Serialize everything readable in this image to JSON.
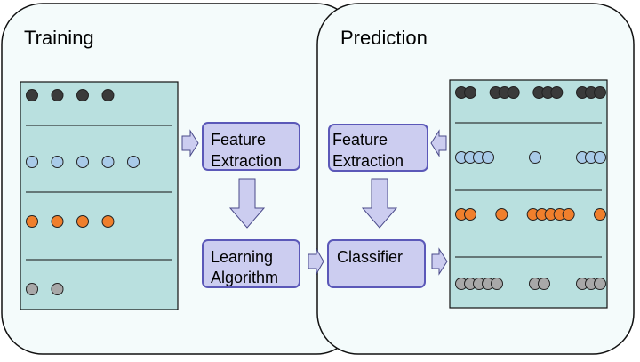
{
  "panels": {
    "training": {
      "title": "Training"
    },
    "prediction": {
      "title": "Prediction"
    }
  },
  "boxes": {
    "train_feature": {
      "line1": "Feature",
      "line2": "Extraction"
    },
    "learning": {
      "line1": "Learning",
      "line2": "Algorithm"
    },
    "pred_feature": {
      "line1": "Feature",
      "line2": "Extraction"
    },
    "classifier": {
      "label": "Classifier"
    }
  },
  "colors": {
    "panel_fill": "#f4fbfb",
    "data_fill": "#b9e0df",
    "box_fill": "#cccdf0",
    "box_stroke": "#5b58b8",
    "arrow_fill": "#cccdf0",
    "class_black": "#3a3a3a",
    "class_blue": "#a9cbe9",
    "class_orange": "#f07f2c",
    "class_gray": "#a8a8a8"
  },
  "training_rows": [
    {
      "class": "black",
      "count": 4
    },
    {
      "class": "blue",
      "count": 5
    },
    {
      "class": "orange",
      "count": 4
    },
    {
      "class": "gray",
      "count": 2
    }
  ],
  "prediction_rows": [
    {
      "class": "black",
      "groups": [
        2,
        3,
        3,
        3
      ]
    },
    {
      "class": "blue",
      "groups": [
        4,
        1,
        3
      ]
    },
    {
      "class": "orange",
      "groups": [
        2,
        1,
        5,
        1
      ]
    },
    {
      "class": "gray",
      "groups": [
        5,
        2,
        3
      ]
    }
  ]
}
